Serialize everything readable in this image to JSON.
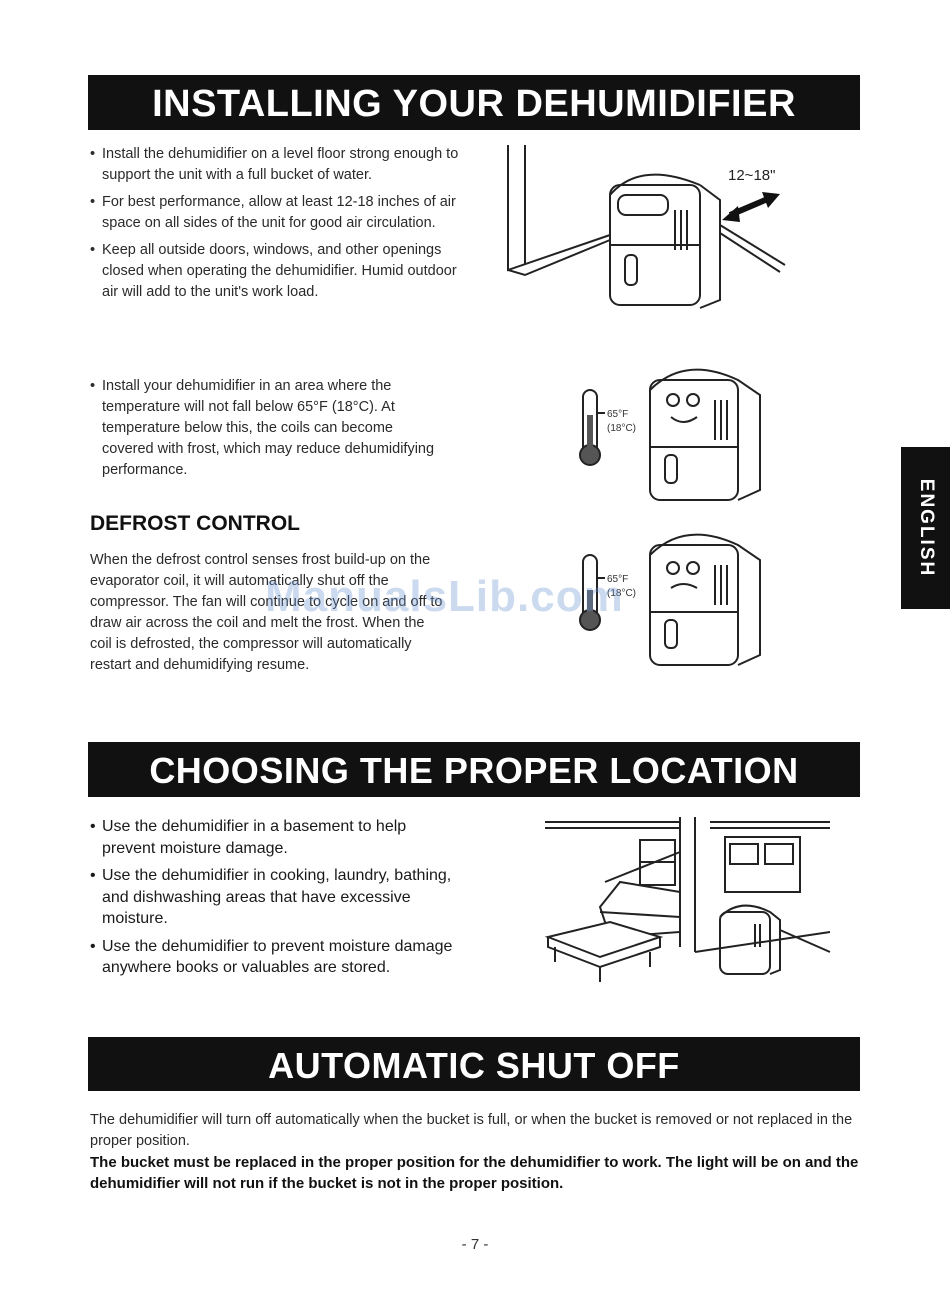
{
  "installing": {
    "title": "INSTALLING YOUR DEHUMIDIFIER",
    "bullets": [
      "Install the dehumidifier on a level floor strong enough to support the unit with a full bucket of water.",
      "For best performance, allow at least 12-18 inches of air space on all sides of the unit for good air circulation.",
      "Keep all outside doors, windows, and other openings closed when operating the dehumidifier. Humid outdoor air will add to the unit's work load."
    ],
    "temp_bullet": "Install your dehumidifier in an area where the temperature will not fall below 65°F (18°C). At temperature below this, the coils can become covered with frost, which may reduce dehumidifying performance.",
    "clearance_label": "12~18\"",
    "thermo_label_f": "65°F",
    "thermo_label_c": "(18°C)",
    "thermo2_label_f": "65°F",
    "thermo2_label_c": "(18°C)"
  },
  "defrost": {
    "heading": "DEFROST CONTROL",
    "text": "When the defrost control senses frost build-up on the evaporator coil, it will automatically shut off the compressor. The fan will continue to cycle on and off to draw air across the coil and melt the frost. When the coil is defrosted, the compressor will automatically restart and dehumidifying resume."
  },
  "location": {
    "title": "CHOOSING THE PROPER LOCATION",
    "bullets": [
      "Use the dehumidifier in a basement to help prevent moisture damage.",
      "Use the dehumidifier in cooking, laundry, bathing, and dishwashing areas that have excessive moisture.",
      "Use the dehumidifier to prevent moisture damage anywhere books or valuables are stored."
    ]
  },
  "shutoff": {
    "title": "AUTOMATIC SHUT OFF",
    "text": "The dehumidifier will turn off automatically when the bucket is full, or when the bucket is removed or not replaced in the proper position.",
    "bold_text": "The bucket must be replaced in the proper position for the dehumidifier to work. The light will be on and the dehumidifier will not run if the bucket is not in the proper position."
  },
  "side_tab": "ENGLISH",
  "page_number": "- 7 -",
  "watermark": "ManualsLib.com"
}
